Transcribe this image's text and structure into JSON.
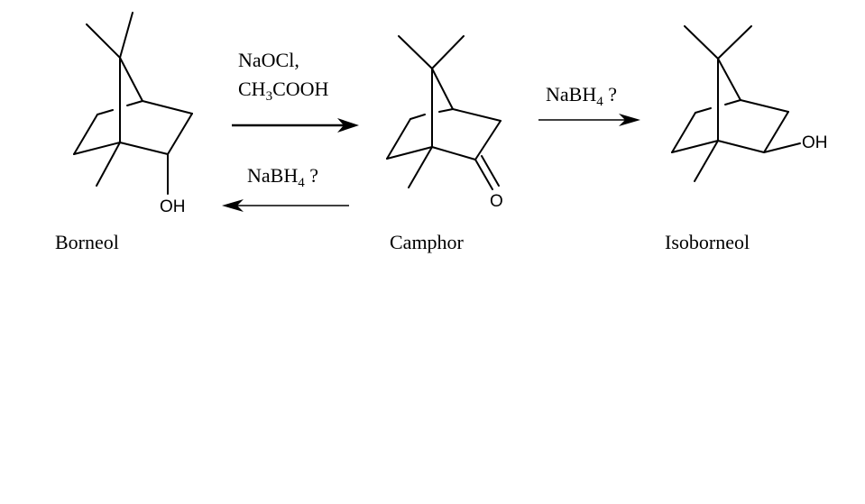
{
  "compounds": [
    {
      "name": "Borneol",
      "atom_label": "OH"
    },
    {
      "name": "Camphor",
      "atom_label": "O"
    },
    {
      "name": "Isoborneol",
      "atom_label": "OH"
    }
  ],
  "reactions": [
    {
      "reagent_line1": "NaOCl,",
      "reagent_line2_main": "CH",
      "reagent_line2_sub": "3",
      "reagent_line2_rest": "COOH"
    },
    {
      "reagent_main": "NaBH",
      "reagent_sub": "4",
      "reagent_rest": " ?"
    },
    {
      "reagent_main": "NaBH",
      "reagent_sub": "4",
      "reagent_rest": " ?"
    }
  ]
}
